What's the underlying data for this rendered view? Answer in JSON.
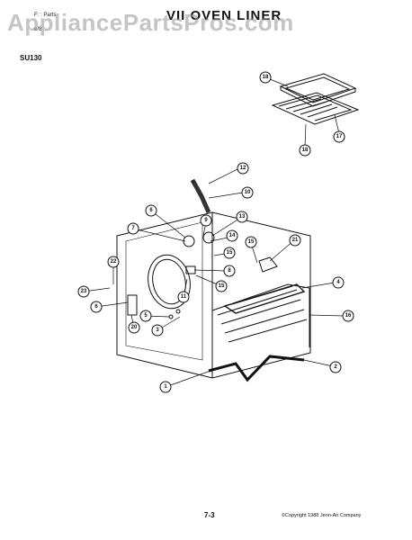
{
  "header": {
    "small_lines": [
      "F: : Parts",
      "",
      "e/8 ..."
    ],
    "title": "VII OVEN LINER",
    "watermark": "AppliancePartsPros.com"
  },
  "model": "SU130",
  "callouts": [
    "1",
    "2",
    "3",
    "4",
    "5",
    "6",
    "7",
    "8",
    "9",
    "10",
    "11",
    "12",
    "13",
    "14",
    "15",
    "15",
    "15",
    "16",
    "16",
    "17",
    "18",
    "20",
    "21",
    "22",
    "23"
  ],
  "footer": {
    "page": "7-3",
    "copyright": "©Copyright 1988 Jenn-Air Company"
  }
}
